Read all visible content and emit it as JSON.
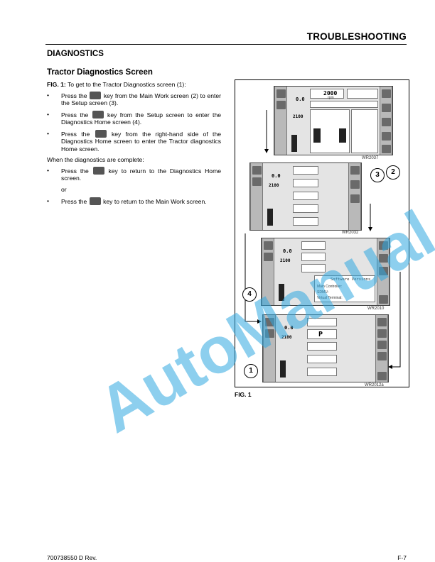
{
  "header": {
    "title": "TROUBLESHOOTING"
  },
  "section": {
    "title": "DIAGNOSTICS"
  },
  "subsection": {
    "title": "Tractor Diagnostics Screen"
  },
  "intro": {
    "label": "FIG. 1:",
    "text": "To get to the Tractor Diagnostics screen (1):"
  },
  "bullets": [
    {
      "before": "Press the",
      "after": "key from the Main Work screen (2) to enter the Setup screen (3)."
    },
    {
      "before": "Press the",
      "after": "key from the Setup screen to enter the Diagnostics Home screen (4)."
    },
    {
      "before": "Press the",
      "after": "key from the right-hand side of the Diagnostics Home screen to enter the Tractor diagnostics Home screen."
    }
  ],
  "complete_text": "When the diagnostics are complete:",
  "complete_bullets": [
    {
      "before": "Press the",
      "after": "key to return to the Diagnostics Home screen."
    },
    {
      "before": "Press the",
      "after": "key to return to the Main Work screen."
    }
  ],
  "or_text": "or",
  "bullet_symbol": "•",
  "figure": {
    "caption": "FIG. 1",
    "screens": [
      {
        "ref": "WR2037",
        "rpm_value": "2000",
        "rpm_unit": "rpm",
        "speed": "0.0",
        "engine": "2100"
      },
      {
        "ref": "WR2032",
        "speed": "0.0",
        "engine": "2100"
      },
      {
        "ref": "WR2010",
        "speed": "0.0",
        "engine": "2100",
        "software_title": "Software Versions",
        "software_rows": [
          "Main Controller:",
          "SDMU:",
          "Virtual Terminal:"
        ]
      },
      {
        "ref": "WR2012a",
        "speed": "0.0",
        "engine": "2100",
        "p_label": "P"
      }
    ],
    "callouts": [
      "1",
      "2",
      "3",
      "4"
    ]
  },
  "watermark": {
    "text": "AutoManual",
    "color": "#2fa8e0"
  },
  "footer": {
    "left": "700738550 D Rev.",
    "right": "F-7"
  }
}
